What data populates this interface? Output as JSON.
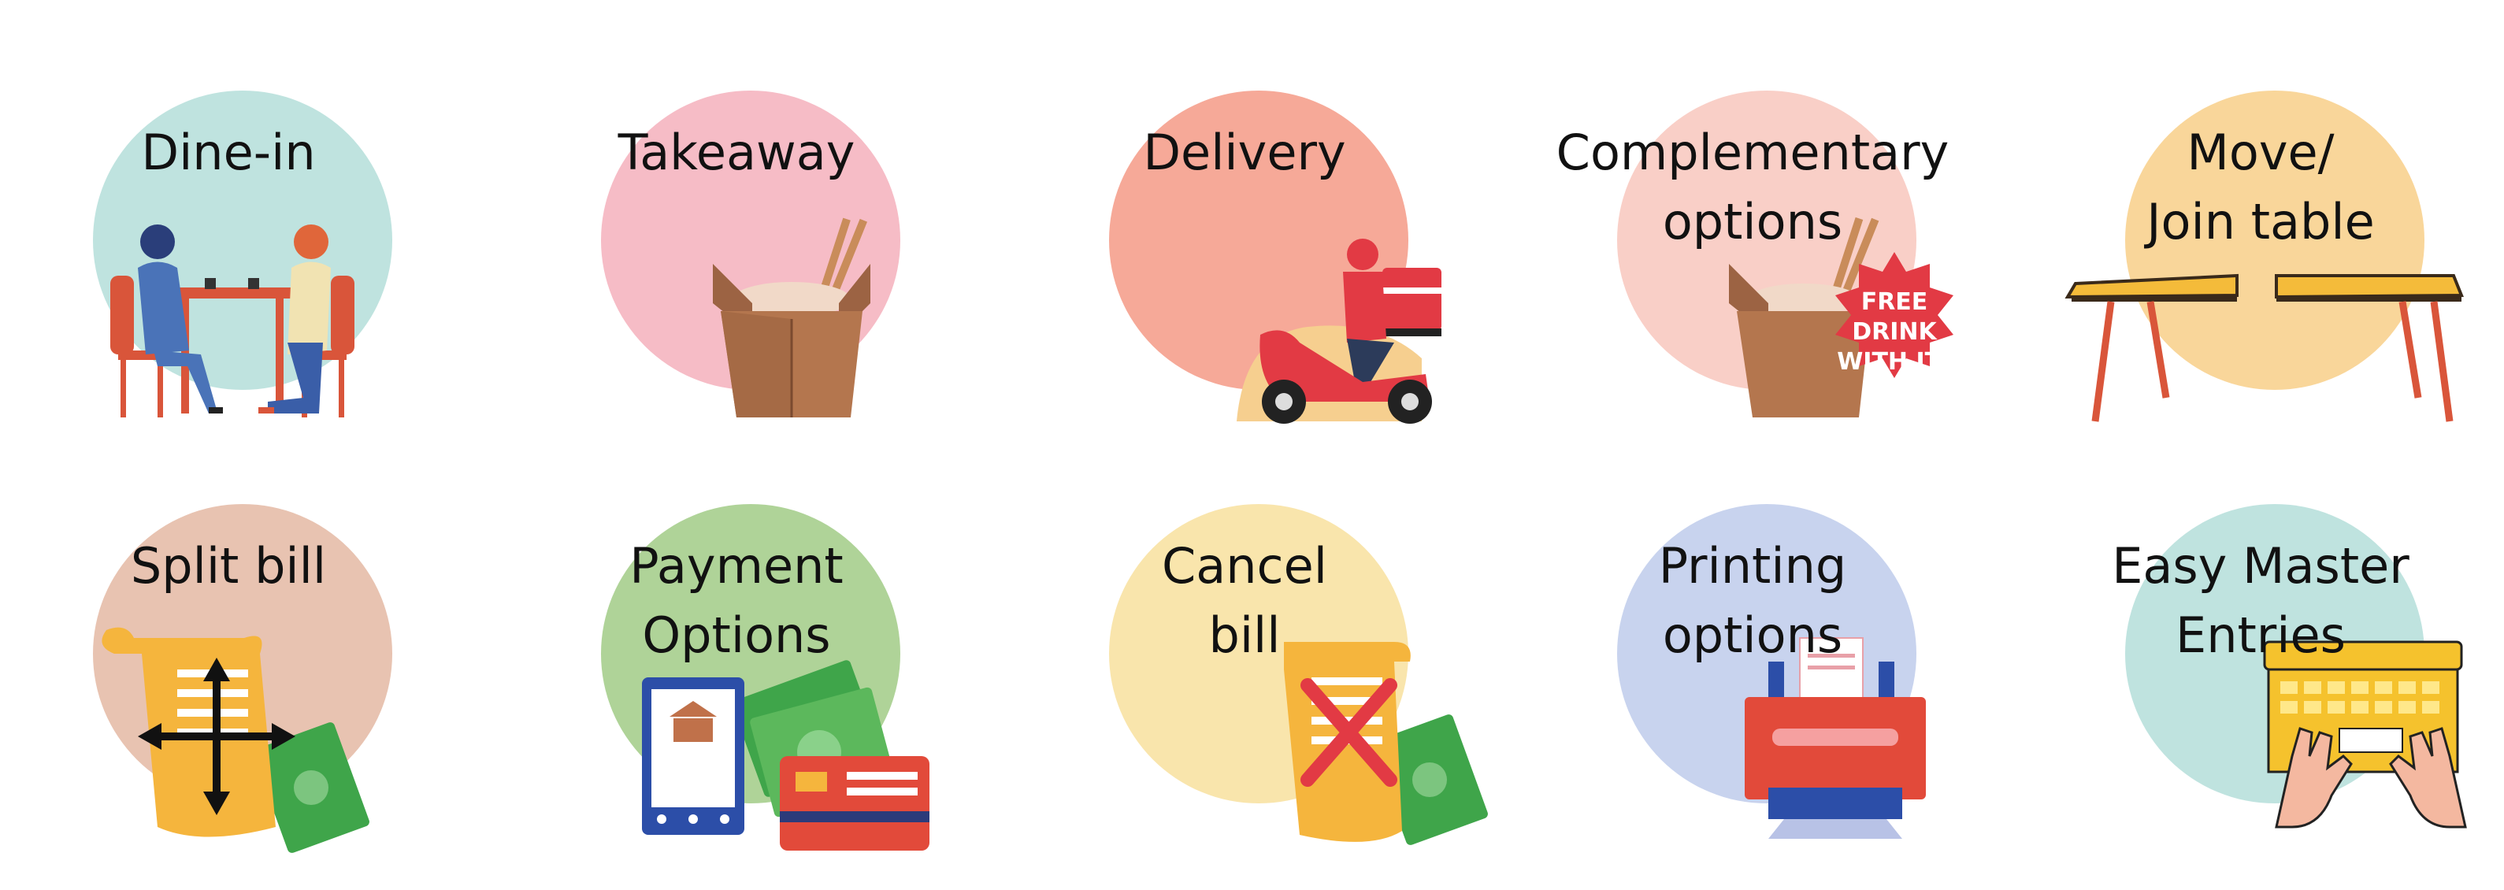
{
  "features": [
    {
      "label": "Dine-in",
      "bg": "#bfe3df",
      "icon": "dine-in-people-icon"
    },
    {
      "label": "Takeaway",
      "bg": "#f6bcc6",
      "icon": "takeaway-box-icon"
    },
    {
      "label": "Delivery",
      "bg": "#f6a998",
      "icon": "delivery-scooter-icon"
    },
    {
      "label": "Complementary\noptions",
      "bg": "#f9cfc7",
      "icon": "free-drink-badge-icon",
      "badge": "FREE\nDRINK\nWITH IT!"
    },
    {
      "label": "Move/\nJoin table",
      "bg": "#f9d69a",
      "icon": "split-table-icon"
    },
    {
      "label": "Split bill",
      "bg": "#e8c3b1",
      "icon": "bill-split-arrows-icon"
    },
    {
      "label": "Payment\nOptions",
      "bg": "#afd398",
      "icon": "payment-methods-icon"
    },
    {
      "label": "Cancel\nbill",
      "bg": "#f9e5ac",
      "icon": "cancel-bill-icon"
    },
    {
      "label": "Printing\noptions",
      "bg": "#c8d3ee",
      "icon": "printer-icon"
    },
    {
      "label": "Easy Master\nEntries",
      "bg": "#bfe3df",
      "icon": "typing-keyboard-icon"
    }
  ],
  "colors": {
    "text": "#111111",
    "money_green": "#3fa54a",
    "bill_yellow": "#f5b53d",
    "red_accent": "#e23a44",
    "box_brown": "#b4764e"
  }
}
